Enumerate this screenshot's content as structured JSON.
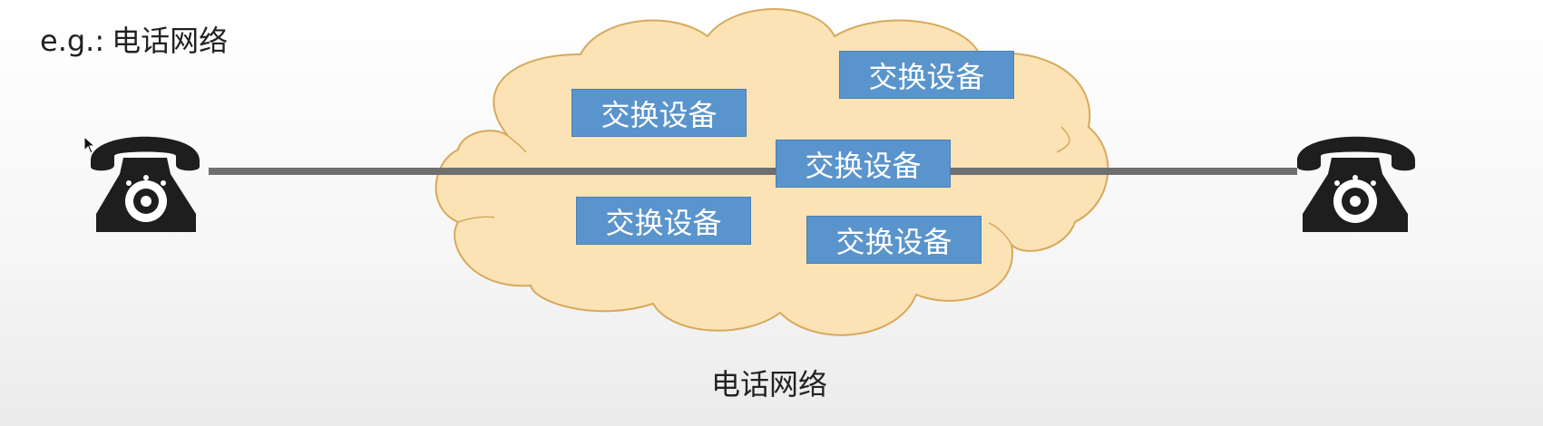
{
  "heading": {
    "prefix": "e.g.:",
    "title": "电话网络"
  },
  "network": {
    "label": "电话网络",
    "switches": [
      {
        "label": "交换设备"
      },
      {
        "label": "交换设备"
      },
      {
        "label": "交换设备"
      },
      {
        "label": "交换设备"
      },
      {
        "label": "交换设备"
      }
    ]
  },
  "icons": {
    "left": "telephone-icon",
    "right": "telephone-icon"
  },
  "colors": {
    "cloud_fill": "#fbe3b6",
    "cloud_stroke": "#d7a95b",
    "switch_fill": "#5a94cc",
    "line": "#6f6f6f",
    "phone": "#1e1e1e"
  }
}
